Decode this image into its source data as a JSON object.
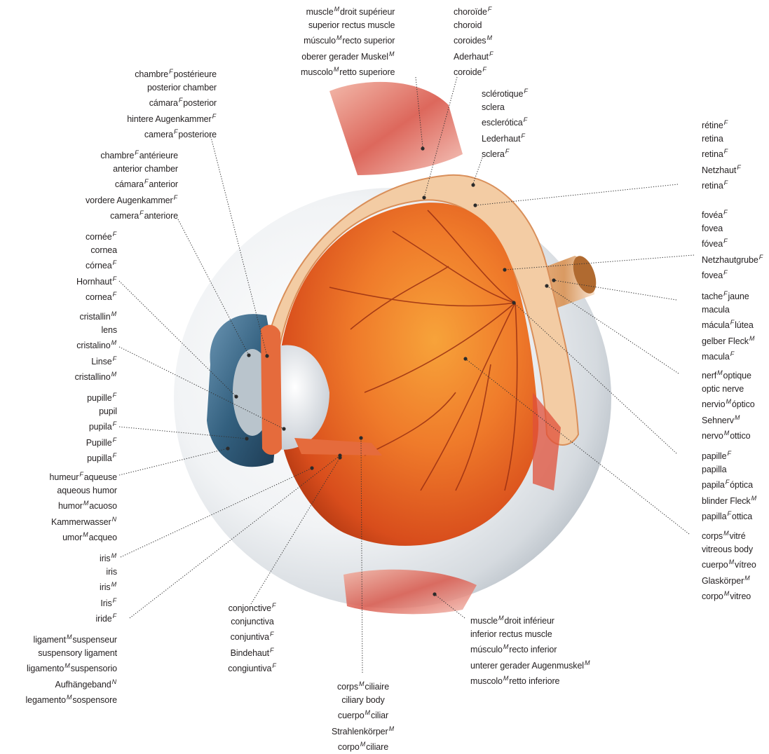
{
  "labels": [
    {
      "id": "superior-rectus-muscle",
      "lines": [
        {
          "text": "muscle",
          "g": "M",
          "rest": "droit supérieur"
        },
        {
          "text": "superior rectus muscle",
          "g": "",
          "rest": ""
        },
        {
          "text": "músculo",
          "g": "M",
          "rest": "recto superior"
        },
        {
          "text": "oberer gerader Muskel",
          "g": "M",
          "rest": ""
        },
        {
          "text": "muscolo",
          "g": "M",
          "rest": "retto superiore"
        }
      ]
    },
    {
      "id": "choroid",
      "lines": [
        {
          "text": "choroïde",
          "g": "F",
          "rest": ""
        },
        {
          "text": "choroid",
          "g": "",
          "rest": ""
        },
        {
          "text": "coroides",
          "g": "M",
          "rest": ""
        },
        {
          "text": "Aderhaut",
          "g": "F",
          "rest": ""
        },
        {
          "text": "coroide",
          "g": "F",
          "rest": ""
        }
      ]
    },
    {
      "id": "sclera",
      "lines": [
        {
          "text": "sclérotique",
          "g": "F",
          "rest": ""
        },
        {
          "text": "sclera",
          "g": "",
          "rest": ""
        },
        {
          "text": "esclerótica",
          "g": "F",
          "rest": ""
        },
        {
          "text": "Lederhaut",
          "g": "F",
          "rest": ""
        },
        {
          "text": "sclera",
          "g": "F",
          "rest": ""
        }
      ]
    },
    {
      "id": "posterior-chamber",
      "lines": [
        {
          "text": "chambre",
          "g": "F",
          "rest": "postérieure"
        },
        {
          "text": "posterior chamber",
          "g": "",
          "rest": ""
        },
        {
          "text": "cámara",
          "g": "F",
          "rest": "posterior"
        },
        {
          "text": "hintere Augenkammer",
          "g": "F",
          "rest": ""
        },
        {
          "text": "camera",
          "g": "F",
          "rest": "posteriore"
        }
      ]
    },
    {
      "id": "retina",
      "lines": [
        {
          "text": "rétine",
          "g": "F",
          "rest": ""
        },
        {
          "text": "retina",
          "g": "",
          "rest": ""
        },
        {
          "text": "retina",
          "g": "F",
          "rest": ""
        },
        {
          "text": "Netzhaut",
          "g": "F",
          "rest": ""
        },
        {
          "text": "retina",
          "g": "F",
          "rest": ""
        }
      ]
    },
    {
      "id": "anterior-chamber",
      "lines": [
        {
          "text": "chambre",
          "g": "F",
          "rest": "antérieure"
        },
        {
          "text": "anterior chamber",
          "g": "",
          "rest": ""
        },
        {
          "text": "cámara",
          "g": "F",
          "rest": "anterior"
        },
        {
          "text": "vordere Augenkammer",
          "g": "F",
          "rest": ""
        },
        {
          "text": "camera",
          "g": "F",
          "rest": "anteriore"
        }
      ]
    },
    {
      "id": "fovea",
      "lines": [
        {
          "text": "fovéa",
          "g": "F",
          "rest": ""
        },
        {
          "text": "fovea",
          "g": "",
          "rest": ""
        },
        {
          "text": "fóvea",
          "g": "F",
          "rest": ""
        },
        {
          "text": "Netzhautgrube",
          "g": "F",
          "rest": ""
        },
        {
          "text": "fovea",
          "g": "F",
          "rest": ""
        }
      ]
    },
    {
      "id": "cornea",
      "lines": [
        {
          "text": "cornée",
          "g": "F",
          "rest": ""
        },
        {
          "text": "cornea",
          "g": "",
          "rest": ""
        },
        {
          "text": "córnea",
          "g": "F",
          "rest": ""
        },
        {
          "text": "Hornhaut",
          "g": "F",
          "rest": ""
        },
        {
          "text": "cornea",
          "g": "F",
          "rest": ""
        }
      ]
    },
    {
      "id": "macula",
      "lines": [
        {
          "text": "tache",
          "g": "F",
          "rest": "jaune"
        },
        {
          "text": "macula",
          "g": "",
          "rest": ""
        },
        {
          "text": "mácula",
          "g": "F",
          "rest": "lútea"
        },
        {
          "text": "gelber Fleck",
          "g": "M",
          "rest": ""
        },
        {
          "text": "macula",
          "g": "F",
          "rest": ""
        }
      ]
    },
    {
      "id": "lens",
      "lines": [
        {
          "text": "cristallin",
          "g": "M",
          "rest": ""
        },
        {
          "text": "lens",
          "g": "",
          "rest": ""
        },
        {
          "text": "cristalino",
          "g": "M",
          "rest": ""
        },
        {
          "text": "Linse",
          "g": "F",
          "rest": ""
        },
        {
          "text": "cristallino",
          "g": "M",
          "rest": ""
        }
      ]
    },
    {
      "id": "optic-nerve",
      "lines": [
        {
          "text": "nerf",
          "g": "M",
          "rest": "optique"
        },
        {
          "text": "optic nerve",
          "g": "",
          "rest": ""
        },
        {
          "text": "nervio",
          "g": "M",
          "rest": "óptico"
        },
        {
          "text": "Sehnerv",
          "g": "M",
          "rest": ""
        },
        {
          "text": "nervo",
          "g": "M",
          "rest": "ottico"
        }
      ]
    },
    {
      "id": "pupil",
      "lines": [
        {
          "text": "pupille",
          "g": "F",
          "rest": ""
        },
        {
          "text": "pupil",
          "g": "",
          "rest": ""
        },
        {
          "text": "pupila",
          "g": "F",
          "rest": ""
        },
        {
          "text": "Pupille",
          "g": "F",
          "rest": ""
        },
        {
          "text": "pupilla",
          "g": "F",
          "rest": ""
        }
      ]
    },
    {
      "id": "optic-disc",
      "lines": [
        {
          "text": "papille",
          "g": "F",
          "rest": ""
        },
        {
          "text": "papilla",
          "g": "",
          "rest": ""
        },
        {
          "text": "papila",
          "g": "F",
          "rest": "óptica"
        },
        {
          "text": "blinder Fleck",
          "g": "M",
          "rest": ""
        },
        {
          "text": "papilla",
          "g": "F",
          "rest": "ottica"
        }
      ]
    },
    {
      "id": "aqueous-humor",
      "lines": [
        {
          "text": "humeur",
          "g": "F",
          "rest": "aqueuse"
        },
        {
          "text": "aqueous humor",
          "g": "",
          "rest": ""
        },
        {
          "text": "humor",
          "g": "M",
          "rest": "acuoso"
        },
        {
          "text": "Kammerwasser",
          "g": "N",
          "rest": ""
        },
        {
          "text": "umor",
          "g": "M",
          "rest": "acqueo"
        }
      ]
    },
    {
      "id": "vitreous-body",
      "lines": [
        {
          "text": "corps",
          "g": "M",
          "rest": "vitré"
        },
        {
          "text": "vitreous body",
          "g": "",
          "rest": ""
        },
        {
          "text": "cuerpo",
          "g": "M",
          "rest": "vítreo"
        },
        {
          "text": "Glaskörper",
          "g": "M",
          "rest": ""
        },
        {
          "text": "corpo",
          "g": "M",
          "rest": "vitreo"
        }
      ]
    },
    {
      "id": "iris",
      "lines": [
        {
          "text": "iris",
          "g": "M",
          "rest": ""
        },
        {
          "text": "iris",
          "g": "",
          "rest": ""
        },
        {
          "text": "iris",
          "g": "M",
          "rest": ""
        },
        {
          "text": "Iris",
          "g": "F",
          "rest": ""
        },
        {
          "text": "iride",
          "g": "F",
          "rest": ""
        }
      ]
    },
    {
      "id": "conjunctiva",
      "lines": [
        {
          "text": "conjonctive",
          "g": "F",
          "rest": ""
        },
        {
          "text": "conjunctiva",
          "g": "",
          "rest": ""
        },
        {
          "text": "conjuntiva",
          "g": "F",
          "rest": ""
        },
        {
          "text": "Bindehaut",
          "g": "F",
          "rest": ""
        },
        {
          "text": "congiuntiva",
          "g": "F",
          "rest": ""
        }
      ]
    },
    {
      "id": "inferior-rectus-muscle",
      "lines": [
        {
          "text": "muscle",
          "g": "M",
          "rest": "droit inférieur"
        },
        {
          "text": "inferior rectus muscle",
          "g": "",
          "rest": ""
        },
        {
          "text": "músculo",
          "g": "M",
          "rest": "recto inferior"
        },
        {
          "text": "unterer gerader Augenmuskel",
          "g": "M",
          "rest": ""
        },
        {
          "text": "muscolo",
          "g": "M",
          "rest": "retto inferiore"
        }
      ]
    },
    {
      "id": "suspensory-ligament",
      "lines": [
        {
          "text": "ligament",
          "g": "M",
          "rest": "suspenseur"
        },
        {
          "text": "suspensory ligament",
          "g": "",
          "rest": ""
        },
        {
          "text": "ligamento",
          "g": "M",
          "rest": "suspensorio"
        },
        {
          "text": "Aufhängeband",
          "g": "N",
          "rest": ""
        },
        {
          "text": "legamento",
          "g": "M",
          "rest": "sospensore"
        }
      ]
    },
    {
      "id": "ciliary-body",
      "lines": [
        {
          "text": "corps",
          "g": "M",
          "rest": "ciliaire"
        },
        {
          "text": "ciliary body",
          "g": "",
          "rest": ""
        },
        {
          "text": "cuerpo",
          "g": "M",
          "rest": "ciliar"
        },
        {
          "text": "Strahlenkörper",
          "g": "M",
          "rest": ""
        },
        {
          "text": "corpo",
          "g": "M",
          "rest": "ciliare"
        }
      ]
    }
  ]
}
